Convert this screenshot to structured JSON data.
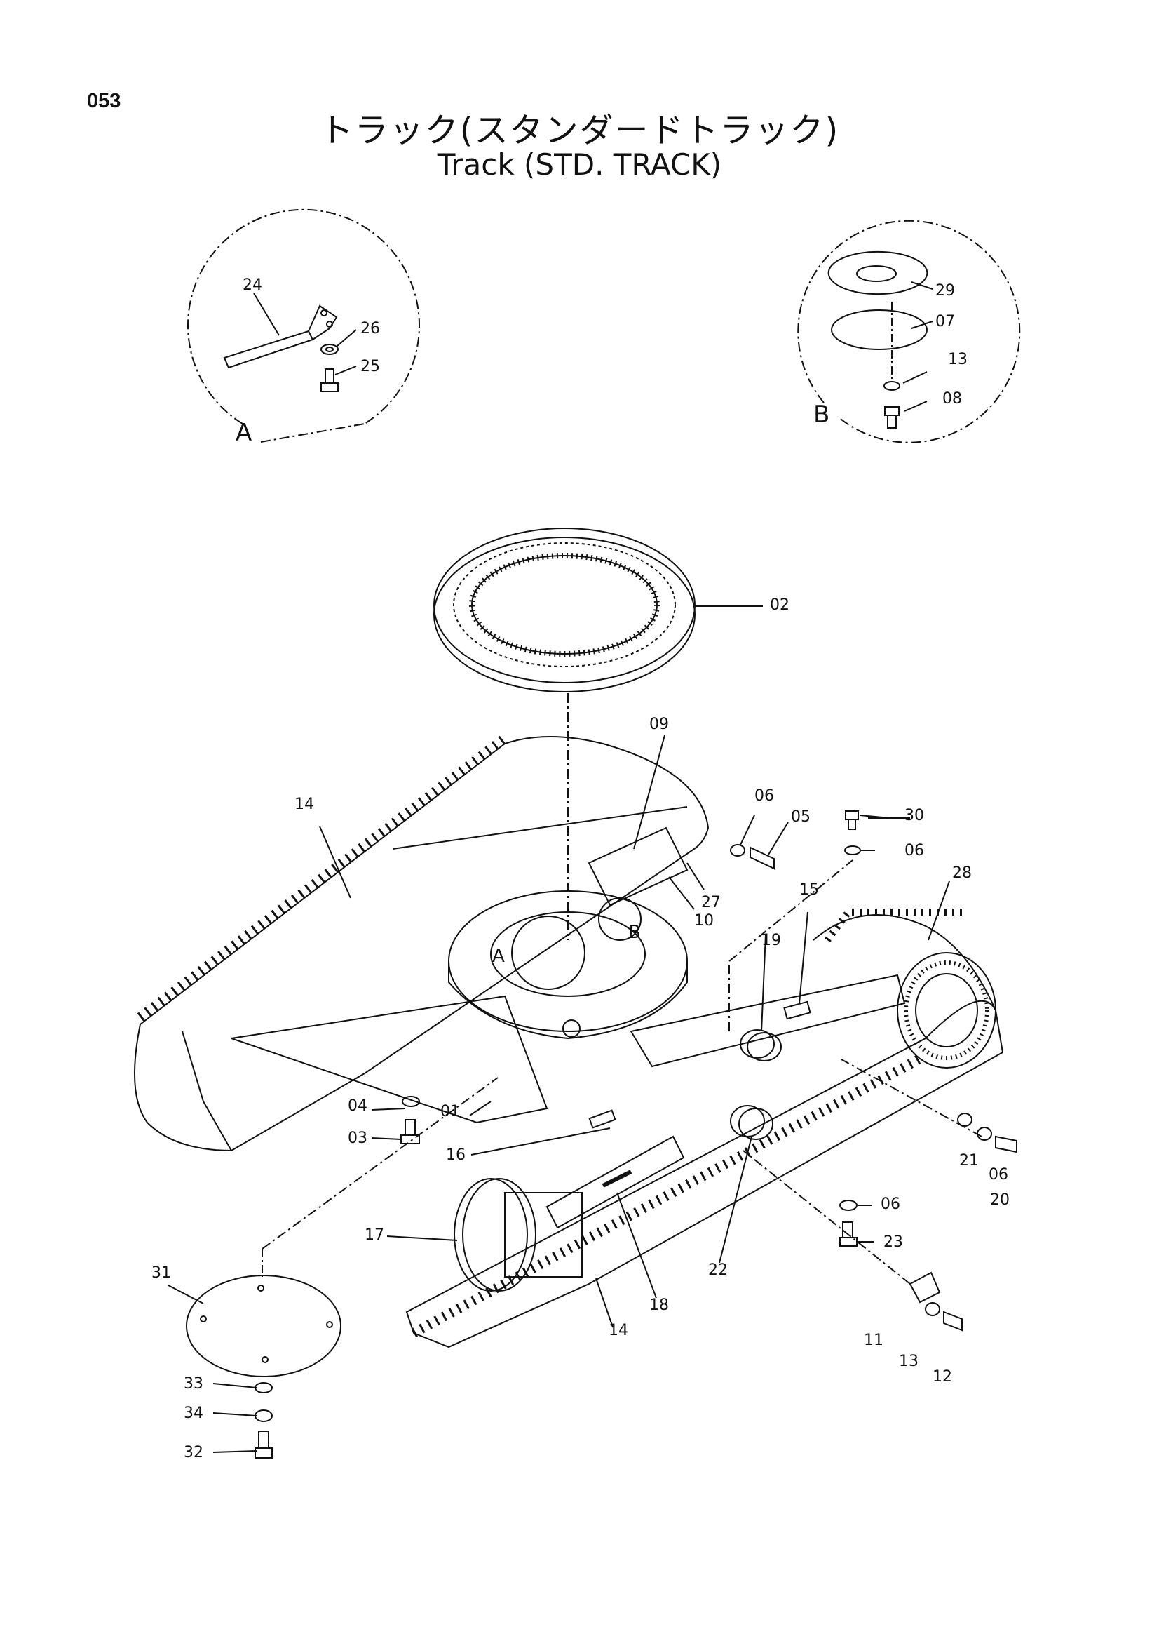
{
  "header": {
    "page_number": "053",
    "title_jp": "トラック(スタンダードトラック)",
    "title_en": "Track (STD. TRACK)"
  },
  "details": {
    "a": "A",
    "b": "B"
  },
  "labels": {
    "p01": "01",
    "p02": "02",
    "p03": "03",
    "p04": "04",
    "p05": "05",
    "p06a": "06",
    "p06b": "06",
    "p06c": "06",
    "p06d": "06",
    "p07": "07",
    "p08": "08",
    "p09": "09",
    "p10": "10",
    "p11": "11",
    "p12": "12",
    "p13a": "13",
    "p13b": "13",
    "p14a": "14",
    "p14b": "14",
    "p15": "15",
    "p16": "16",
    "p17": "17",
    "p18": "18",
    "p19": "19",
    "p20": "20",
    "p21": "21",
    "p22": "22",
    "p23": "23",
    "p24": "24",
    "p25": "25",
    "p26": "26",
    "p27": "27",
    "p28": "28",
    "p29": "29",
    "p30": "30",
    "p31": "31",
    "p32": "32",
    "p33": "33",
    "p34": "34"
  },
  "markers": {
    "a": "A",
    "b": "B"
  }
}
